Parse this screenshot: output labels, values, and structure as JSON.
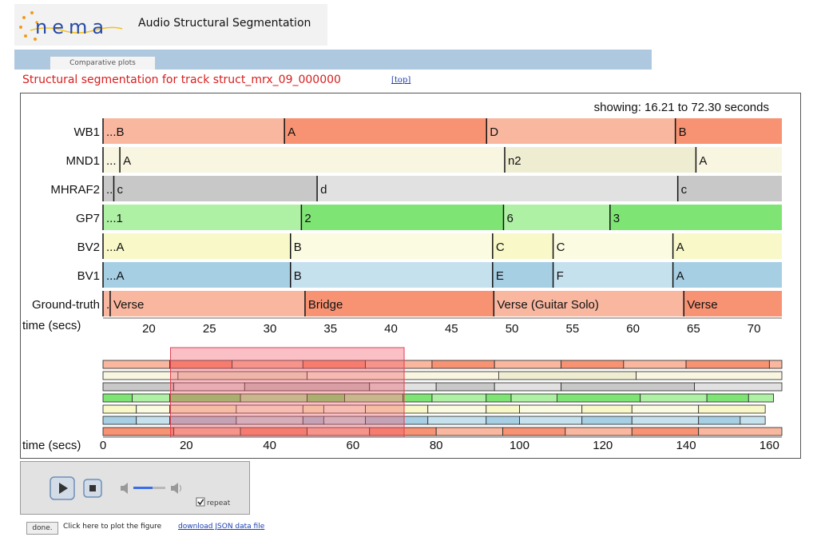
{
  "app": {
    "title": "Audio Structural Segmentation"
  },
  "tabs": [
    {
      "label": "Comparative plots"
    }
  ],
  "page": {
    "title": "Structural segmentation for track struct_mrx_09_000000",
    "top_link": "[top]"
  },
  "plot": {
    "showing_text": "showing: 16.21 to 72.30 seconds",
    "time_label": "time (secs)",
    "view_start": 16.21,
    "view_end": 72.3,
    "total_duration": 163,
    "main_ticks": [
      20,
      25,
      30,
      35,
      40,
      45,
      50,
      55,
      60,
      65,
      70
    ],
    "overview_ticks": [
      0,
      20,
      40,
      60,
      80,
      100,
      120,
      140,
      160
    ]
  },
  "rows": [
    {
      "name": "WB1",
      "segments": [
        {
          "start": 16.21,
          "end": 31.2,
          "label": "...B",
          "color": "#f9b7a0"
        },
        {
          "start": 31.2,
          "end": 47.9,
          "label": "A",
          "color": "#f79273"
        },
        {
          "start": 47.9,
          "end": 63.5,
          "label": "D",
          "color": "#f9b7a0"
        },
        {
          "start": 63.5,
          "end": 72.3,
          "label": "B",
          "color": "#f79273"
        }
      ]
    },
    {
      "name": "MND1",
      "segments": [
        {
          "start": 16.21,
          "end": 17.6,
          "label": "...",
          "color": "#f8f5e1"
        },
        {
          "start": 17.6,
          "end": 49.4,
          "label": "A",
          "color": "#f8f5e1"
        },
        {
          "start": 49.4,
          "end": 65.2,
          "label": "n2",
          "color": "#efedd1"
        },
        {
          "start": 65.2,
          "end": 72.3,
          "label": "A",
          "color": "#f8f5e1"
        }
      ]
    },
    {
      "name": "MHRAF2",
      "segments": [
        {
          "start": 16.21,
          "end": 17.1,
          "label": "..",
          "color": "#c8c8c8"
        },
        {
          "start": 17.1,
          "end": 33.9,
          "label": "c",
          "color": "#c8c8c8"
        },
        {
          "start": 33.9,
          "end": 63.7,
          "label": "d",
          "color": "#e1e1e1"
        },
        {
          "start": 63.7,
          "end": 72.3,
          "label": "c",
          "color": "#c8c8c8"
        }
      ]
    },
    {
      "name": "GP7",
      "segments": [
        {
          "start": 16.21,
          "end": 32.6,
          "label": "...1",
          "color": "#aef0a4"
        },
        {
          "start": 32.6,
          "end": 49.3,
          "label": "2",
          "color": "#7ee474"
        },
        {
          "start": 49.3,
          "end": 58.1,
          "label": "6",
          "color": "#aef0a4"
        },
        {
          "start": 58.1,
          "end": 72.3,
          "label": "3",
          "color": "#7ee474"
        }
      ]
    },
    {
      "name": "BV2",
      "segments": [
        {
          "start": 16.21,
          "end": 31.7,
          "label": "...A",
          "color": "#f8f8c8"
        },
        {
          "start": 31.7,
          "end": 48.4,
          "label": "B",
          "color": "#fbfbe1"
        },
        {
          "start": 48.4,
          "end": 53.4,
          "label": "C",
          "color": "#f8f8c8"
        },
        {
          "start": 53.4,
          "end": 63.3,
          "label": "C",
          "color": "#fbfbe1"
        },
        {
          "start": 63.3,
          "end": 72.3,
          "label": "A",
          "color": "#f8f8c8"
        }
      ]
    },
    {
      "name": "BV1",
      "segments": [
        {
          "start": 16.21,
          "end": 31.7,
          "label": "...A",
          "color": "#a6cfe4"
        },
        {
          "start": 31.7,
          "end": 48.4,
          "label": "B",
          "color": "#c6e1ee"
        },
        {
          "start": 48.4,
          "end": 53.4,
          "label": "E",
          "color": "#a6cfe4"
        },
        {
          "start": 53.4,
          "end": 63.3,
          "label": "F",
          "color": "#c6e1ee"
        },
        {
          "start": 63.3,
          "end": 72.3,
          "label": "A",
          "color": "#a6cfe4"
        }
      ]
    },
    {
      "name": "Ground-truth",
      "segments": [
        {
          "start": 16.21,
          "end": 16.8,
          "label": ".",
          "color": "#f9b7a0"
        },
        {
          "start": 16.8,
          "end": 32.9,
          "label": "Verse",
          "color": "#f9b7a0"
        },
        {
          "start": 32.9,
          "end": 48.5,
          "label": "Bridge",
          "color": "#f79273"
        },
        {
          "start": 48.5,
          "end": 64.2,
          "label": "Verse (Guitar Solo)",
          "color": "#f9b7a0"
        },
        {
          "start": 64.2,
          "end": 72.3,
          "label": "Verse",
          "color": "#f79273"
        }
      ]
    }
  ],
  "overview_rows": [
    {
      "colors": [
        "#f9b7a0",
        "#f79273"
      ],
      "bounds": [
        0,
        16,
        31,
        48,
        63,
        79,
        94,
        110,
        125,
        140,
        160,
        163
      ]
    },
    {
      "colors": [
        "#f8f5e1",
        "#efedd1"
      ],
      "bounds": [
        0,
        18,
        49,
        95,
        128,
        163
      ]
    },
    {
      "colors": [
        "#c8c8c8",
        "#e1e1e1"
      ],
      "bounds": [
        0,
        17,
        34,
        64,
        80,
        94,
        110,
        142,
        163
      ]
    },
    {
      "colors": [
        "#7ee474",
        "#aef0a4"
      ],
      "bounds": [
        0,
        7,
        16,
        33,
        49,
        58,
        72,
        79,
        92,
        98,
        109,
        129,
        145,
        155,
        161
      ]
    },
    {
      "colors": [
        "#f8f8c8",
        "#fbfbe1"
      ],
      "bounds": [
        0,
        8,
        16,
        32,
        48,
        53,
        63,
        78,
        92,
        100,
        115,
        127,
        143,
        159
      ]
    },
    {
      "colors": [
        "#a6cfe4",
        "#c6e1ee"
      ],
      "bounds": [
        0,
        8,
        16,
        32,
        48,
        53,
        63,
        78,
        92,
        100,
        115,
        127,
        143,
        153,
        159
      ]
    },
    {
      "colors": [
        "#f79273",
        "#f9b7a0"
      ],
      "bounds": [
        0,
        17,
        33,
        49,
        64,
        80,
        96,
        111,
        127,
        143,
        163
      ]
    }
  ],
  "player": {
    "repeat_label": "repeat",
    "repeat_checked": true,
    "volume": 0.6
  },
  "footer": {
    "done_label": "done.",
    "hint": "Click here to plot the figure",
    "download_link": "download JSON data file"
  }
}
